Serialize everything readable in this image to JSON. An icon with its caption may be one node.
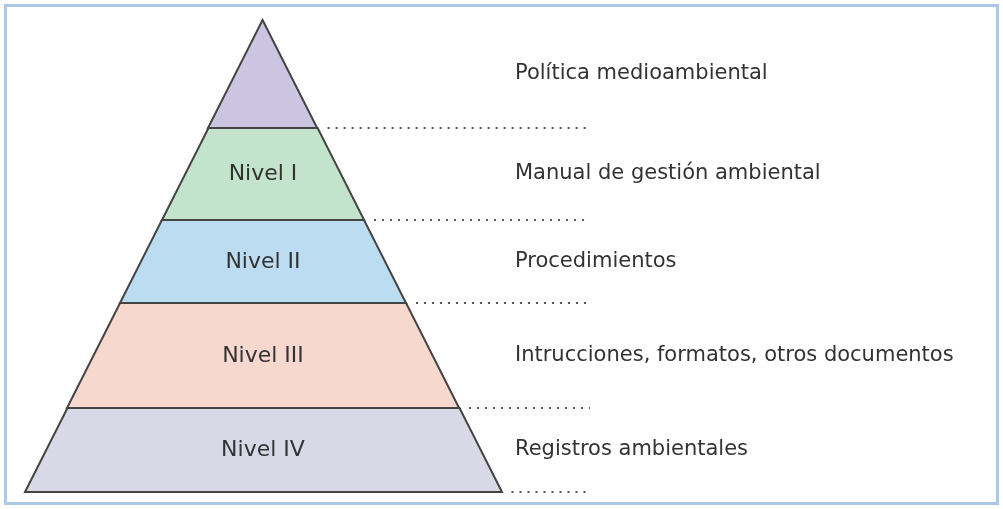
{
  "diagram": {
    "nodes": [
      {
        "text": [],
        "shape": "triangle"
      },
      {
        "text": [
          "Nivel I"
        ]
      },
      {
        "text": [
          "Nivel II"
        ]
      },
      {
        "text": [
          "Nivel III"
        ]
      },
      {
        "text": [
          "Nivel IV"
        ]
      }
    ],
    "edges": [],
    "labels": [
      "Política medioambiental",
      "Manual de gestión ambiental",
      "Procedimientos",
      "Intrucciones, formatos, otros documentos",
      "Registros ambientales"
    ]
  }
}
